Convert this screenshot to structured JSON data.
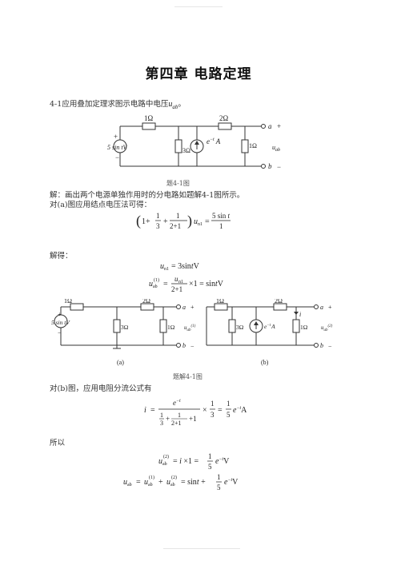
{
  "title": "第四章  电路定理",
  "problem": {
    "number": "4-1",
    "text": "应用叠加定理求图示电路中电压",
    "var": "u",
    "sub": "ab",
    "end": "。"
  },
  "fig1": {
    "caption": "题4-1图",
    "r1": "1Ω",
    "r2": "2Ω",
    "r3": "3Ω",
    "r4": "1Ω",
    "vs": "5 sin tV",
    "is_base": "e",
    "is_exp": "−t",
    "is_unit": "A",
    "plus": "+",
    "minus": "−",
    "a": "a",
    "b": "b",
    "uab_u": "u",
    "uab_sub": "ab"
  },
  "solution": {
    "intro": "解：画出两个电源单独作用时的分电路如题解4-1图所示。",
    "line2": "对(a)图应用结点电压法可得：",
    "solve": "解得：",
    "line_b": "对(b)图，应用电阻分流公式有",
    "so": "所以"
  },
  "fig2": {
    "caption": "题解4-1图",
    "label_a": "(a)",
    "label_b": "(b)",
    "r1": "1Ω",
    "r2": "2Ω",
    "r3": "3Ω",
    "r4": "1Ω",
    "vs": "5 sin tV",
    "is": "e",
    "is_exp": "−t",
    "is_unit": "A",
    "i": "i",
    "sup1": "(1)",
    "sup2": "(2)"
  }
}
